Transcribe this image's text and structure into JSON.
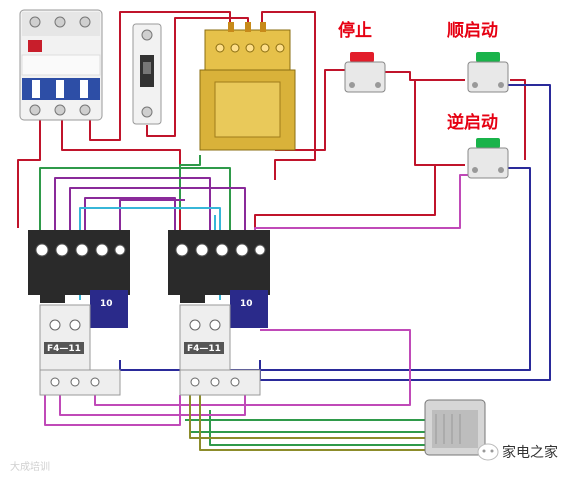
{
  "labels": {
    "stop": "停止",
    "forward_start": "顺启动",
    "reverse_start": "逆启动",
    "contactor_number": "10",
    "overload_model": "F4—11"
  },
  "watermark": {
    "bottom_left": "大成培训",
    "bottom_right": "家电之家"
  },
  "colors": {
    "label_red": "#e60012",
    "stop_button": "#e21d2a",
    "start_button": "#19b34a",
    "contactor_body": "#2a2a2a",
    "contactor_white": "#eeeeee",
    "transformer_gold": "#d9b23a",
    "wire_red": "#c0142b",
    "wire_blue": "#2a2a9a",
    "wire_green": "#2f9a4a",
    "wire_purple": "#8a2a9a",
    "wire_magenta": "#c04ab8",
    "wire_cyan": "#37b6d8",
    "wire_olive": "#8c8c2a"
  },
  "icons": {
    "breaker": "three-pole-breaker-icon",
    "fuse": "single-pole-breaker-icon",
    "transformer": "control-transformer-icon",
    "push_button": "push-button-icon",
    "contactor": "ac-contactor-icon",
    "overload_relay": "thermal-overload-relay-icon",
    "motor": "motor-icon",
    "wechat": "wechat-logo-icon"
  }
}
